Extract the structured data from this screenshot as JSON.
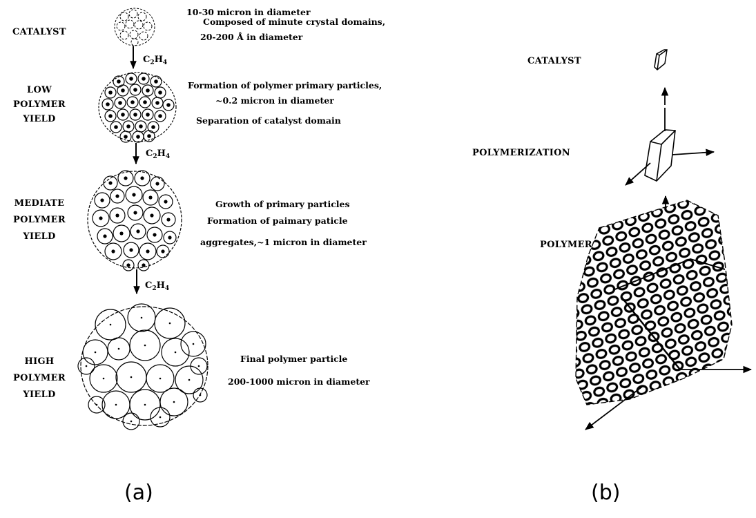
{
  "panel_a": {
    "stages": [
      {
        "label": [
          "CATALYST"
        ],
        "desc": [
          "10-30 micron in diameter",
          "Composed of minute crystal domains,",
          "20-200 Å in diameter"
        ]
      },
      {
        "label": [
          "LOW",
          "POLYMER",
          "YIELD"
        ],
        "desc": [
          "Formation of polymer primary particles,",
          "~0.2 micron in diameter",
          "Separation of catalyst domain"
        ]
      },
      {
        "label": [
          "MEDIATE",
          "POLYMER",
          "YIELD"
        ],
        "desc": [
          "Growth of primary particles",
          "Formation of paimary paticle",
          "aggregates,~1 micron in diameter"
        ]
      },
      {
        "label": [
          "HIGH",
          "POLYMER",
          "YIELD"
        ],
        "desc": [
          "Final polymer particle",
          "200-1000 micron in diameter"
        ]
      }
    ],
    "reagent": {
      "base": "C",
      "sub1": "2",
      "mid": "H",
      "sub2": "4"
    },
    "caption": "(a)"
  },
  "panel_b": {
    "labels": [
      "CATALYST",
      "POLYMERIZATION",
      "POLYMER"
    ],
    "caption": "(b)"
  }
}
